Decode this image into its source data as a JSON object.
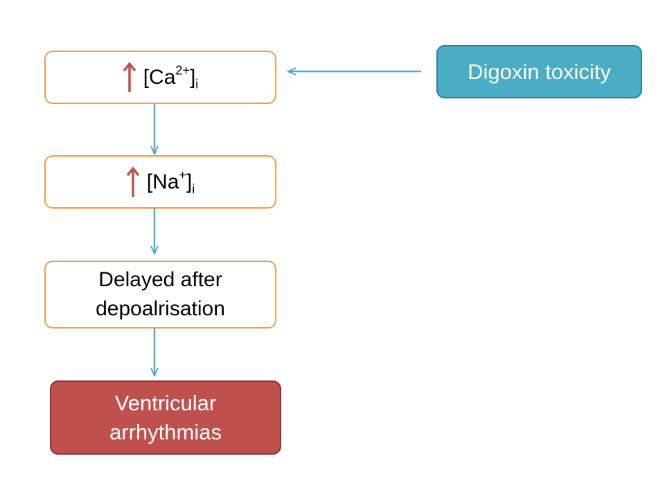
{
  "nodes": {
    "calcium": {
      "bracket_open": "[",
      "symbol": "Ca",
      "charge": "2+",
      "bracket_close": "]",
      "subscript": "i"
    },
    "sodium": {
      "bracket_open": "[",
      "symbol": "Na",
      "charge": "+",
      "bracket_close": "]",
      "subscript": "i"
    },
    "delayed": {
      "line1": "Delayed after",
      "line2": "depoalrisation"
    },
    "ventricular": {
      "line1": "Ventricular",
      "line2": "arrhythmias"
    },
    "digoxin": {
      "label": "Digoxin toxicity"
    }
  },
  "colors": {
    "orange_border": "#f59a45",
    "teal_fill": "#4bacc6",
    "red_fill": "#c0504d",
    "connector": "#4bacc6",
    "up_arrow": "#c0504d"
  }
}
